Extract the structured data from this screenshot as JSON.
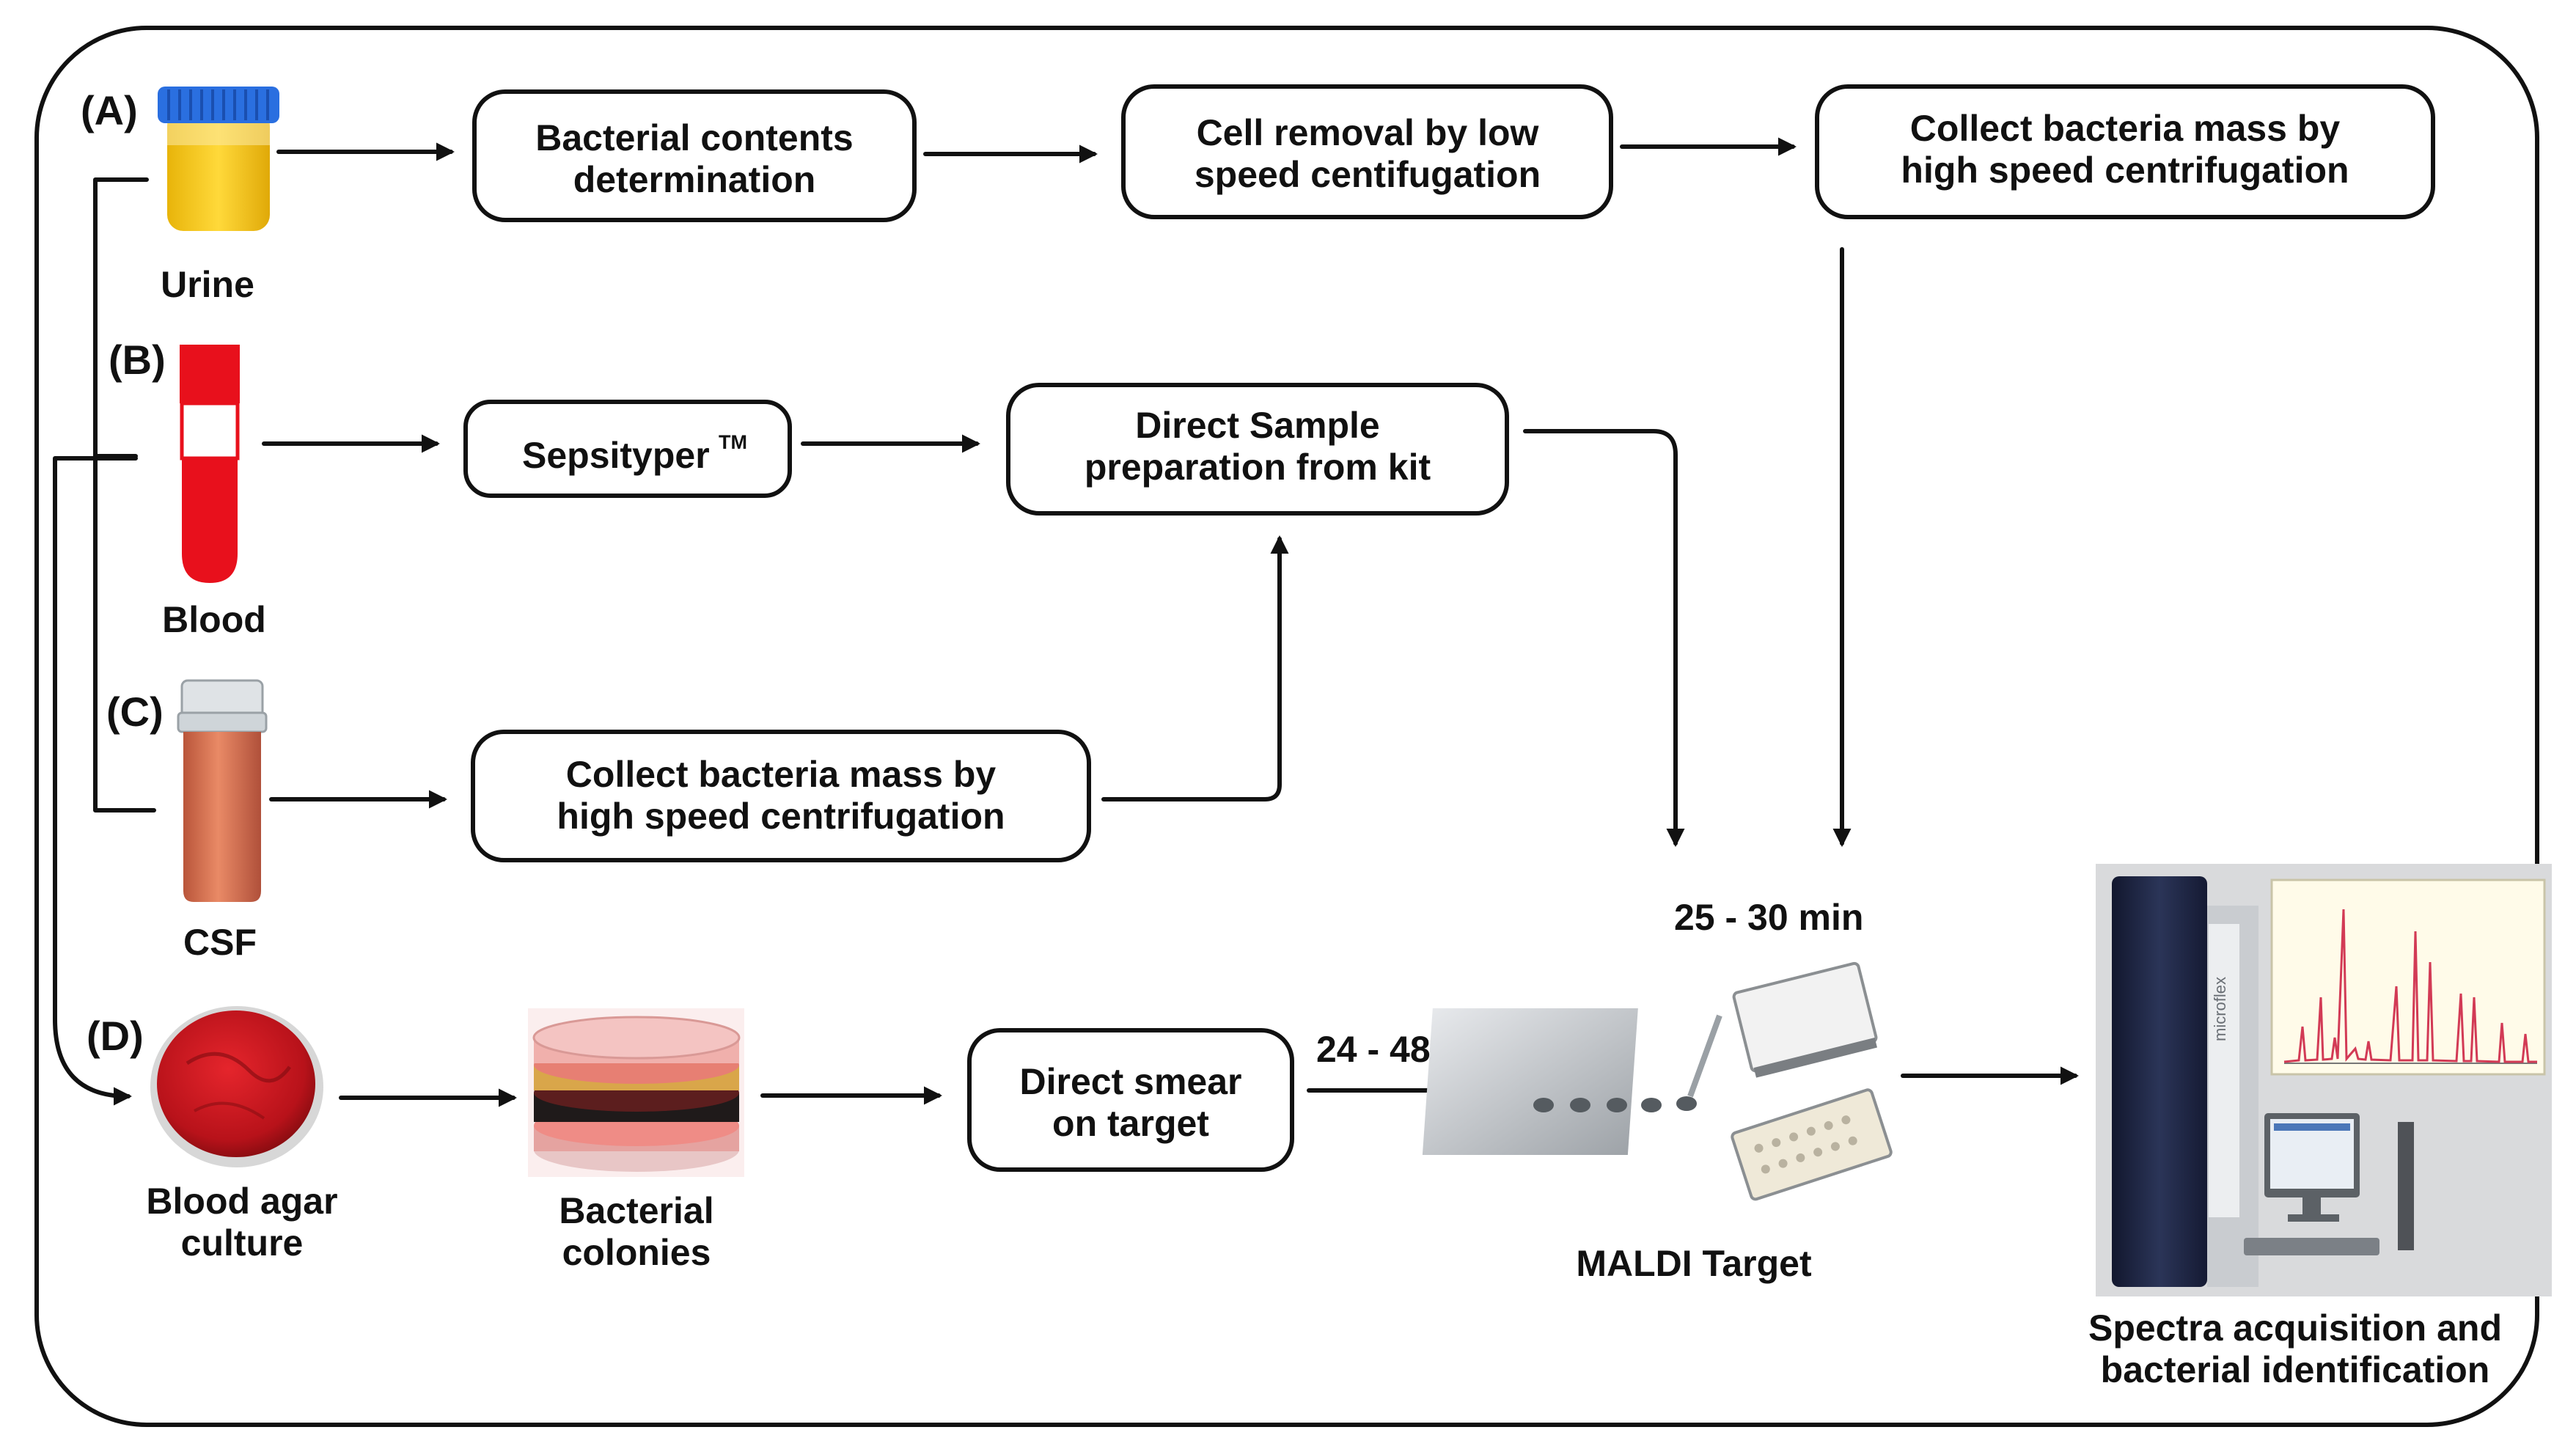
{
  "sections": {
    "a": "(A)",
    "b": "(B)",
    "c": "(C)",
    "d": "(D)"
  },
  "samples": {
    "urine": "Urine",
    "blood": "Blood",
    "csf": "CSF",
    "blood_agar": [
      "Blood agar",
      "culture"
    ],
    "colonies": [
      "Bacterial",
      "colonies"
    ]
  },
  "boxes": {
    "bacterial_contents": [
      "Bacterial contents",
      "determination"
    ],
    "cell_removal": [
      "Cell removal by low",
      "speed centifugation"
    ],
    "collect_high_top": [
      "Collect bacteria mass by",
      "high speed centrifugation"
    ],
    "sepsityper": "Sepsityper",
    "sepsityper_tm": "TM",
    "direct_sample": [
      "Direct Sample",
      "preparation from kit"
    ],
    "collect_high_csf": [
      "Collect bacteria mass by",
      "high speed centrifugation"
    ],
    "direct_smear": [
      "Direct smear",
      "on target"
    ]
  },
  "times": {
    "short": "25 - 30 min",
    "long": "24 - 48 h"
  },
  "outputs": {
    "maldi_target": "MALDI Target",
    "spectra": [
      "Spectra acquisition and",
      "bacterial identification"
    ],
    "instrument_brand": "microflex"
  },
  "colors": {
    "urine_cap": "#2a6fe0",
    "urine_liquid": "#f2c20f",
    "blood_red": "#e8101c",
    "csf_orange": "#d9714e",
    "agar_red": "#c0161d",
    "spectrum_line": "#d23a55"
  },
  "icons": [
    "urine-cup-icon",
    "blood-tube-icon",
    "csf-tube-icon",
    "agar-plate-icon",
    "petri-stack-icon",
    "maldi-target-icon",
    "mass-spectrometer-icon"
  ]
}
